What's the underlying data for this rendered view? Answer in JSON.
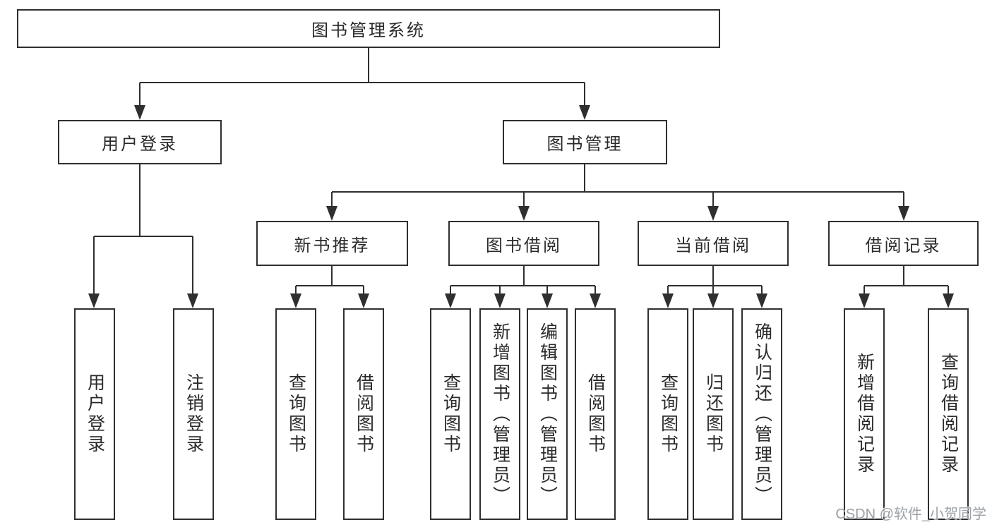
{
  "diagram": {
    "title": "图书管理系统",
    "watermark": "CSDN @软件_小贺同学",
    "colors": {
      "line": "#2f2f2f",
      "box_border": "#2f2f2f",
      "box_background": "#ffffff",
      "text": "#2a2a2a",
      "watermark_text": "#9ba1a6"
    },
    "tree": {
      "root": {
        "label": "图书管理系统",
        "children": [
          {
            "label": "用户登录",
            "children": [
              {
                "label": "用户登录"
              },
              {
                "label": "注销登录"
              }
            ]
          },
          {
            "label": "图书管理",
            "children": [
              {
                "label": "新书推荐",
                "children": [
                  {
                    "label": "查询图书"
                  },
                  {
                    "label": "借阅图书"
                  }
                ]
              },
              {
                "label": "图书借阅",
                "children": [
                  {
                    "label": "查询图书"
                  },
                  {
                    "label": "新增图书（管理员）"
                  },
                  {
                    "label": "编辑图书（管理员）"
                  },
                  {
                    "label": "借阅图书"
                  }
                ]
              },
              {
                "label": "当前借阅",
                "children": [
                  {
                    "label": "查询图书"
                  },
                  {
                    "label": "归还图书"
                  },
                  {
                    "label": "确认归还（管理员）"
                  }
                ]
              },
              {
                "label": "借阅记录",
                "children": [
                  {
                    "label": "新增借阅记录"
                  },
                  {
                    "label": "查询借阅记录"
                  }
                ]
              }
            ]
          }
        ]
      }
    }
  }
}
